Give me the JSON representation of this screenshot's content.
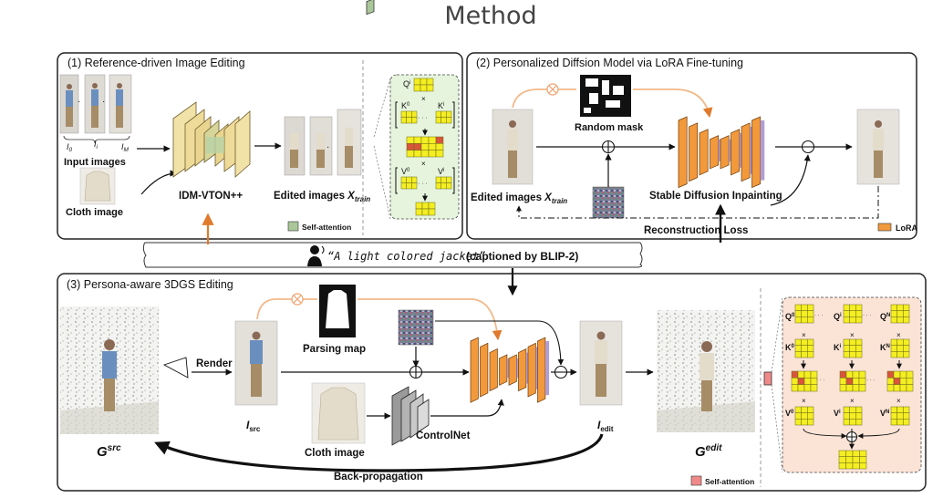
{
  "title": "Method",
  "panel1": {
    "heading": "(1) Reference-driven Image Editing",
    "sub_i0": "I",
    "sub_i0_idx": "0",
    "sub_ii": "I",
    "sub_ii_idx": "i",
    "sub_im": "I",
    "sub_im_idx": "M",
    "input_images": "Input images",
    "cloth_image": "Cloth image",
    "model": "IDM-VTON++",
    "edited_images": "Edited images",
    "edited_symbol": "X",
    "edited_symbol_sub": "train",
    "q_label": "Q",
    "q_sup": "i",
    "k0_label": "K",
    "k0_sup": "0",
    "ki_label": "K",
    "ki_sup": "i",
    "v0_label": "V",
    "v0_sup": "0",
    "vi_label": "V",
    "vi_sup": "i",
    "times": "×",
    "dots": "· · ·",
    "legend": "Self-attention"
  },
  "panel2": {
    "heading": "(2) Personalized Diffsion Model via LoRA Fine-tuning",
    "random_mask": "Random mask",
    "edited_images": "Edited images",
    "edited_symbol": "X",
    "edited_symbol_sub": "train",
    "model": "Stable Diffusion Inpainting",
    "loss": "Reconstruction Loss",
    "legend": "LoRA"
  },
  "caption": {
    "quote": "“A light colored jacket”",
    "source": "(captioned by BLIP-2)"
  },
  "panel3": {
    "heading": "(3) Persona-aware 3DGS Editing",
    "render": "Render",
    "parsing_map": "Parsing map",
    "cloth_image": "Cloth image",
    "controlnet": "ControlNet",
    "i_src": "I",
    "i_src_sub": "src",
    "i_edit": "I",
    "i_edit_sub": "edit",
    "g_src": "G",
    "g_src_sup": "src",
    "g_edit": "G",
    "g_edit_sup": "edit",
    "backprop": "Back-propagation",
    "q0": "Q",
    "q0_sup": "0",
    "qi": "Q",
    "qi_sup": "i",
    "qn": "Q",
    "qn_sup": "N",
    "k0": "K",
    "k0_sup": "0",
    "ki": "K",
    "ki_sup": "i",
    "kn": "K",
    "kn_sup": "N",
    "v0": "V",
    "v0_sup": "0",
    "vi": "V",
    "vi_sup": "i",
    "vn": "V",
    "vn_sup": "N",
    "times": "×",
    "dots": "· · ·",
    "legend": "Self-attention"
  },
  "colors": {
    "panel_border": "#222222",
    "attention_bg_green": "#e6f4dd",
    "attention_bg_pink": "#fbe3d6",
    "grid_yellow": "#f4ee22",
    "grid_red": "#d8553a",
    "unet_orange": "#f2993c",
    "unet_purple": "#a993cf",
    "vton_cream": "#f1e2a8",
    "orange_arrow": "#e07a2c",
    "self_attn_green": "#a9c79a",
    "self_attn_pink": "#f08a8a"
  }
}
